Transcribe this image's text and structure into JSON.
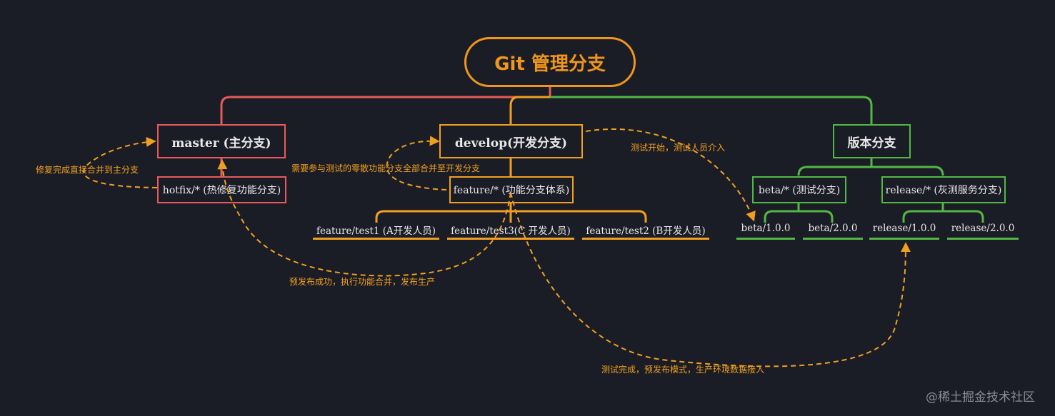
{
  "root": {
    "label": "Git 管理分支"
  },
  "branches": {
    "master": {
      "label": "master (主分支)"
    },
    "develop": {
      "label": "develop(开发分支)"
    },
    "version": {
      "label": "版本分支"
    }
  },
  "sub_branches": {
    "hotfix": "hotfix/* (热修复功能分支)",
    "feature": "feature/* (功能分支体系)",
    "beta": "beta/* (测试分支)",
    "release": "release/* (灰测服务分支)"
  },
  "leaves": {
    "feature_test1": "feature/test1 (A开发人员)",
    "feature_test3": "feature/test3(C 开发人员)",
    "feature_test2": "feature/test2 (B开发人员)",
    "beta_100": "beta/1.0.0",
    "beta_200": "beta/2.0.0",
    "release_100": "release/1.0.0",
    "release_200": "release/2.0.0"
  },
  "annotations": {
    "hotfix_merge": "修复完成直接合并到主分支",
    "feature_merge": "需要参与测试的零散功能分支全部合并至开发分支",
    "test_start": "测试开始，测试人员介入",
    "prerelease_success": "预发布成功，执行功能合并，发布生产",
    "test_complete": "测试完成，预发布模式，生产环境数据接入"
  },
  "watermark": "@稀土掘金技术社区",
  "colors": {
    "background": "#1b1d26",
    "accent_orange": "#f0961a",
    "master_red": "#e85a5a",
    "develop_orange": "#f0a020",
    "version_green": "#52b843"
  }
}
